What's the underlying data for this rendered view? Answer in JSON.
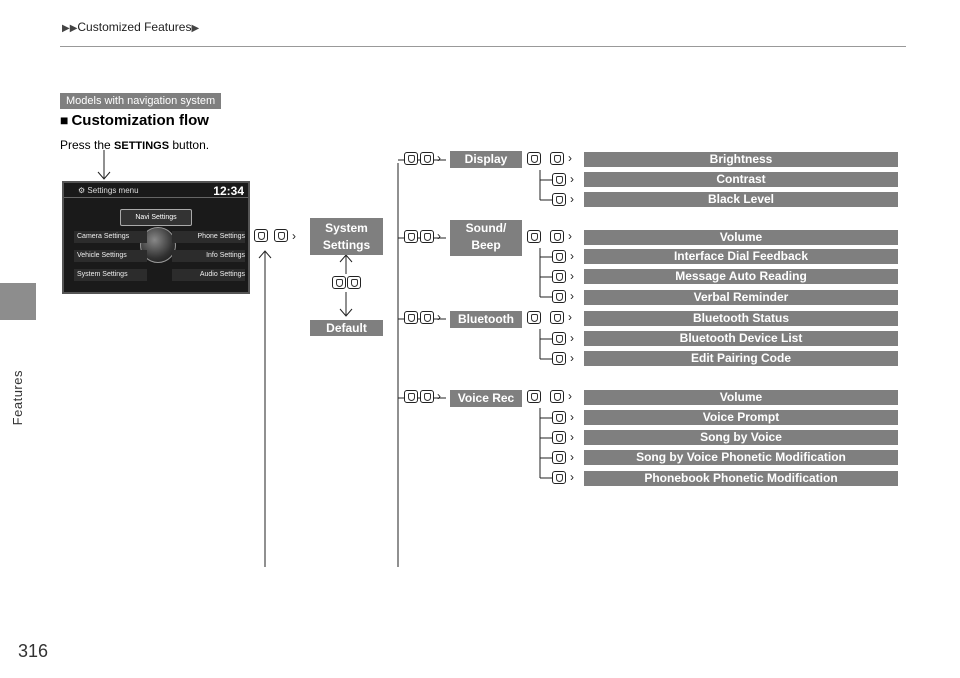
{
  "breadcrumb": {
    "section": "Customized Features"
  },
  "side_tab": {
    "label": "Features"
  },
  "page_number": "316",
  "model_tag": "Models with navigation system",
  "heading": "Customization flow",
  "press_text": {
    "prefix": "Press the ",
    "button": "SETTINGS",
    "suffix": " button."
  },
  "screen": {
    "title": "Settings menu",
    "clock": "12:34",
    "center": "Navi Settings",
    "left_items": [
      "Camera Settings",
      "Vehicle Settings",
      "System Settings"
    ],
    "right_items": [
      "Phone Settings",
      "Info Settings",
      "Audio Settings"
    ]
  },
  "root": {
    "system_settings": "System\nSettings",
    "default": "Default"
  },
  "categories": [
    {
      "label": "Display",
      "items": [
        "Brightness",
        "Contrast",
        "Black Level"
      ]
    },
    {
      "label": "Sound/\nBeep",
      "items": [
        "Volume",
        "Interface Dial Feedback",
        "Message Auto Reading",
        "Verbal Reminder"
      ]
    },
    {
      "label": "Bluetooth",
      "items": [
        "Bluetooth Status",
        "Bluetooth Device List",
        "Edit Pairing Code"
      ]
    },
    {
      "label": "Voice Rec",
      "items": [
        "Volume",
        "Voice Prompt",
        "Song by Voice",
        "Song by Voice Phonetic Modification",
        "Phonebook Phonetic Modification"
      ]
    }
  ]
}
